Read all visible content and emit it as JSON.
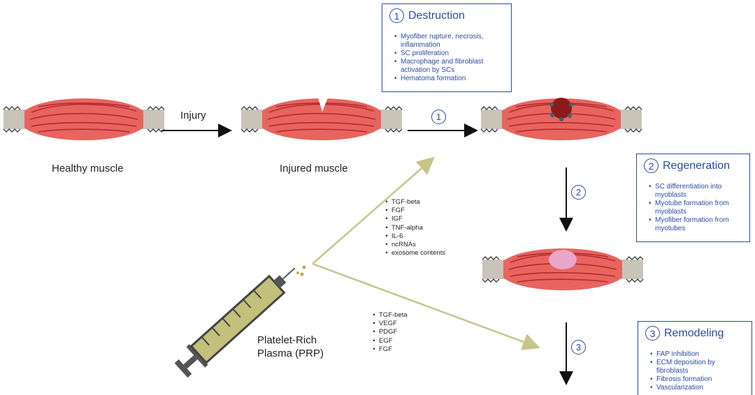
{
  "labels": {
    "injury": "Injury",
    "healthy": "Healthy muscle",
    "injured": "Injured muscle",
    "prp": "Platelet-Rich\nPlasma (PRP)"
  },
  "steps": [
    {
      "number": "1",
      "title": "Destruction",
      "items": [
        "Myofiber rupture, necrosis, inflammation",
        "SC proliferation",
        "Macrophage and fibroblast activation by SCs",
        "Hematoma formation"
      ]
    },
    {
      "number": "2",
      "title": "Regeneration",
      "items": [
        "SC differentiation into myoblasts",
        "Myotube formation from myoblasts",
        "Myofiber formation from myotubes"
      ]
    },
    {
      "number": "3",
      "title": "Remodeling",
      "items": [
        "FAP inhibition",
        "ECM deposition by fibroblasts",
        "Fibrosis formation",
        "Vascularization"
      ]
    }
  ],
  "factors_upper": [
    "TGF-beta",
    "FGF",
    "IGF",
    "TNF-alpha",
    "IL-6",
    "ncRNAs",
    "exosome contents"
  ],
  "factors_lower": [
    "TGF-beta",
    "VEGF",
    "PDGF",
    "EGF",
    "FGF"
  ],
  "colors": {
    "accent": "#2b4aa0",
    "muscle": "#e8645f",
    "fiber": "#b02a30",
    "tendon": "#c9c4b8",
    "prp_line": "#c8c48a",
    "syringe": "#c2c07a"
  }
}
